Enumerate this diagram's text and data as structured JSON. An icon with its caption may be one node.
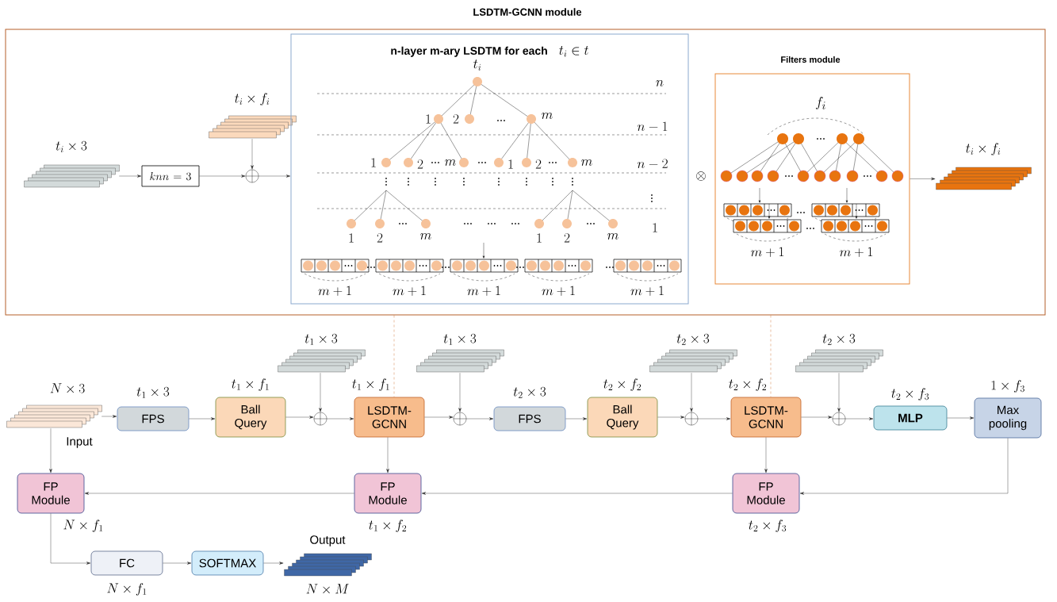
{
  "diagram": {
    "nodes": [
      {
        "text": [
          "LSDTM-GCNN module"
        ]
      },
      {
        "text": [
          "t_{i} \\times 3"
        ],
        "in": 0
      },
      {
        "text": [
          "knn = 3"
        ],
        "in": 0
      },
      {
        "text": [
          "t_{i} \\times f_{i}"
        ],
        "in": 0
      },
      {
        "text": [],
        "shape": "circle",
        "in": 0
      },
      {
        "text": [
          "n-layer m-ary LSDTM for each",
          "t_{i} \\in t"
        ],
        "in": 0
      },
      {
        "text": [
          "Filters module"
        ],
        "in": 0
      },
      {
        "text": [
          "t_{i} \\times f_{i}"
        ],
        "in": 0
      },
      {
        "text": [
          "N \\times 3"
        ]
      },
      {
        "text": [
          "FPS"
        ],
        "beside": [
          "t_{1} \\times 3"
        ]
      },
      {
        "text": [
          "Ball Query"
        ],
        "beside": [
          "t_{1} \\times f_{1}"
        ]
      },
      {
        "text": [
          "t_{1} \\times 3"
        ]
      },
      {
        "text": [],
        "shape": "circle"
      },
      {
        "text": [
          "LSDTM-GCNN"
        ],
        "beside": [
          "t_{1} \\times f_{1}"
        ]
      },
      {
        "text": [
          "t_{1} \\times 3"
        ]
      },
      {
        "text": [],
        "shape": "circle"
      },
      {
        "text": [
          "FPS"
        ],
        "beside": [
          "t_{2} \\times 3"
        ]
      },
      {
        "text": [
          "Ball Query"
        ],
        "beside": [
          "t_{2} \\times f_{2}"
        ]
      },
      {
        "text": [
          "t_{2} \\times 3"
        ]
      },
      {
        "text": [],
        "shape": "circle"
      },
      {
        "text": [
          "LSDTM-GCNN"
        ],
        "beside": [
          "t_{2} \\times f_{2}"
        ]
      },
      {
        "text": [
          "t_{2} \\times 3"
        ]
      },
      {
        "text": [],
        "shape": "circle"
      },
      {
        "text": [
          "MLP"
        ],
        "beside": [
          "t_{2} \\times f_{3}"
        ]
      },
      {
        "text": [
          "Max pooling"
        ],
        "beside": [
          "1 \\times f_{3}"
        ]
      },
      {
        "text": [
          "FP Module"
        ],
        "beside": [
          "N \\times f_{1}"
        ]
      },
      {
        "text": [
          "FP Module"
        ],
        "beside": [
          "t_{1} \\times f_{2}"
        ]
      },
      {
        "text": [
          "FP Module"
        ],
        "beside": [
          "t_{2} \\times f_{3}"
        ]
      },
      {
        "text": [
          "FC"
        ],
        "beside": [
          "N \\times f_{1}"
        ]
      },
      {
        "text": [
          "SOFTMAX"
        ]
      },
      {
        "text": [
          "N \\times M"
        ]
      }
    ],
    "edges": [
      {
        "from": 1,
        "to": 2,
        "arrow": "to"
      },
      {
        "from": 2,
        "to": 4,
        "arrow": "to"
      },
      {
        "from": 3,
        "to": 4,
        "arrow": "to"
      },
      {
        "from": 4,
        "to": 5,
        "arrow": "to"
      },
      {
        "from": 6,
        "to": 7,
        "arrow": "to"
      },
      {
        "from": 8,
        "to": 9,
        "arrow": "to"
      },
      {
        "from": 9,
        "to": 10,
        "arrow": "to"
      },
      {
        "from": 10,
        "to": 12,
        "arrow": "to"
      },
      {
        "from": 11,
        "to": 12,
        "arrow": "to"
      },
      {
        "from": 12,
        "to": 13,
        "arrow": "to"
      },
      {
        "from": 13,
        "to": 15,
        "arrow": "to"
      },
      {
        "from": 14,
        "to": 15,
        "arrow": "to"
      },
      {
        "from": 15,
        "to": 16,
        "arrow": "to"
      },
      {
        "from": 16,
        "to": 17,
        "arrow": "to"
      },
      {
        "from": 17,
        "to": 19,
        "arrow": "to"
      },
      {
        "from": 18,
        "to": 19,
        "arrow": "to"
      },
      {
        "from": 19,
        "to": 20,
        "arrow": "to"
      },
      {
        "from": 20,
        "to": 22,
        "arrow": "to"
      },
      {
        "from": 21,
        "to": 22,
        "arrow": "to"
      },
      {
        "from": 22,
        "to": 23,
        "arrow": "to"
      },
      {
        "from": 23,
        "to": 24,
        "arrow": "to"
      },
      {
        "from": 24,
        "to": 27,
        "arrow": "to"
      },
      {
        "from": 20,
        "to": 27,
        "arrow": "to"
      },
      {
        "from": 27,
        "to": 26,
        "arrow": "to"
      },
      {
        "from": 13,
        "to": 26,
        "arrow": "to"
      },
      {
        "from": 26,
        "to": 25,
        "arrow": "to"
      },
      {
        "from": 8,
        "to": 25,
        "arrow": "to"
      },
      {
        "from": 25,
        "to": 28,
        "arrow": "to"
      },
      {
        "from": 28,
        "to": 29,
        "arrow": "to"
      },
      {
        "from": 29,
        "to": 30,
        "arrow": "to"
      },
      {
        "from": 0,
        "to": 13,
        "arrow": "none",
        "style": "dashed",
        "color": "#c55a11"
      },
      {
        "from": 0,
        "to": 20,
        "arrow": "none",
        "style": "dashed",
        "color": "#c55a11"
      }
    ],
    "labels": [
      "t_{i}",
      "n",
      "1",
      "2",
      "m",
      "n-1",
      "1",
      "2",
      "m",
      "1",
      "2",
      "m",
      "n-2",
      "1",
      "2",
      "m",
      "1",
      "2",
      "m",
      "1",
      "m+1",
      "m+1",
      "m+1",
      "m+1",
      "m+1",
      "\\otimes",
      "f_{i}",
      "m+1",
      "m+1",
      "Input",
      "Output"
    ]
  }
}
